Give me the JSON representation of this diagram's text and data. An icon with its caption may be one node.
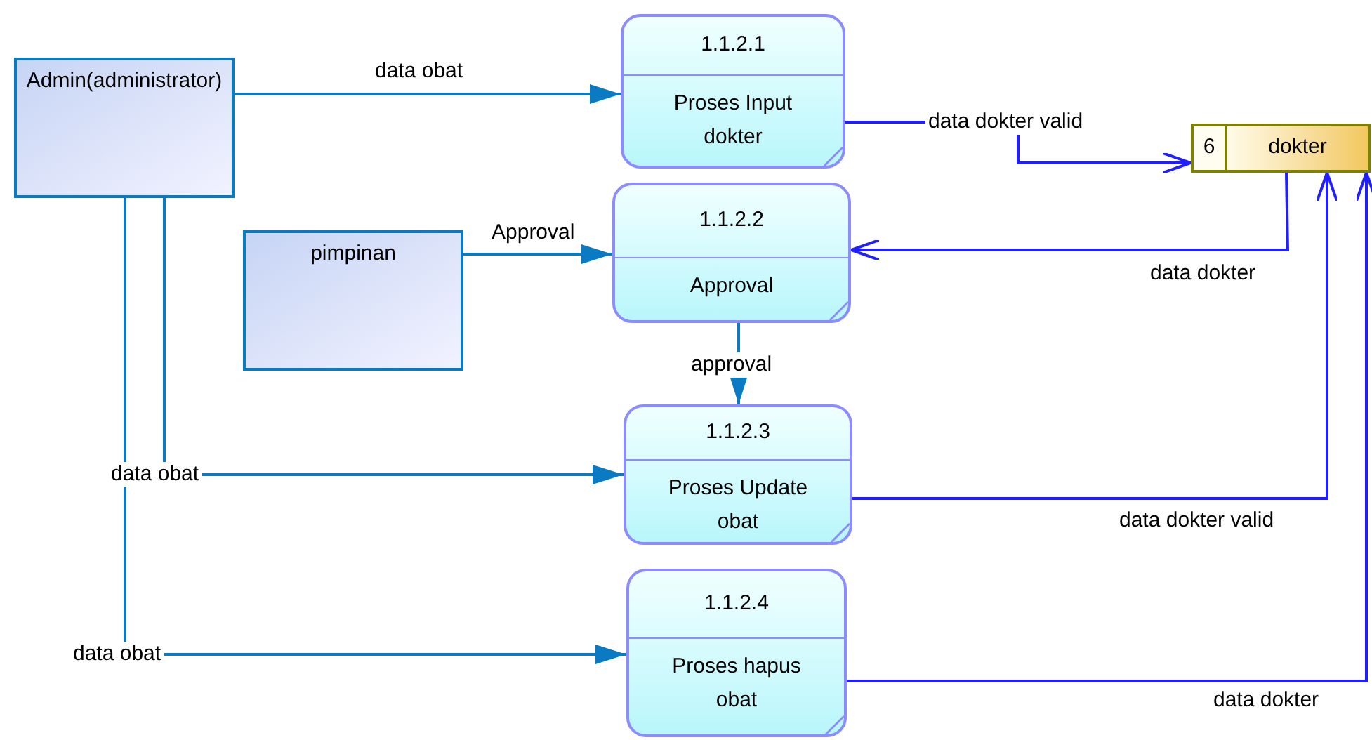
{
  "diagram": {
    "nodes": [
      {
        "text": [
          "Admin(administrator)"
        ]
      },
      {
        "text": [
          "1.1.2.1",
          "Proses Input dokter"
        ]
      },
      {
        "text": [
          "pimpinan"
        ]
      },
      {
        "text": [
          "1.1.2.2",
          "Approval"
        ]
      },
      {
        "text": [
          "1.1.2.3",
          "Proses Update obat"
        ]
      },
      {
        "text": [
          "1.1.2.4",
          "Proses hapus obat"
        ]
      },
      {
        "text": [
          "6",
          "dokter"
        ]
      }
    ],
    "edges": [
      {
        "from": 0,
        "to": 1,
        "arrow": "to",
        "label": "data obat"
      },
      {
        "from": 2,
        "to": 3,
        "arrow": "to",
        "label": "Approval"
      },
      {
        "from": 3,
        "to": 4,
        "arrow": "to",
        "label": "approval"
      },
      {
        "from": 0,
        "to": 4,
        "arrow": "to",
        "label": "data obat"
      },
      {
        "from": 0,
        "to": 5,
        "arrow": "to",
        "label": "data obat"
      },
      {
        "from": 1,
        "to": 6,
        "arrow": "to",
        "label": "data dokter valid",
        "color": "#1f1fff"
      },
      {
        "from": 6,
        "to": 3,
        "arrow": "to",
        "label": "data dokter",
        "color": "#1f1fff"
      },
      {
        "from": 4,
        "to": 6,
        "arrow": "to",
        "label": "data dokter valid",
        "color": "#1f1fff"
      },
      {
        "from": 5,
        "to": 6,
        "arrow": "to",
        "label": "data dokter",
        "color": "#1f1fff"
      }
    ]
  }
}
